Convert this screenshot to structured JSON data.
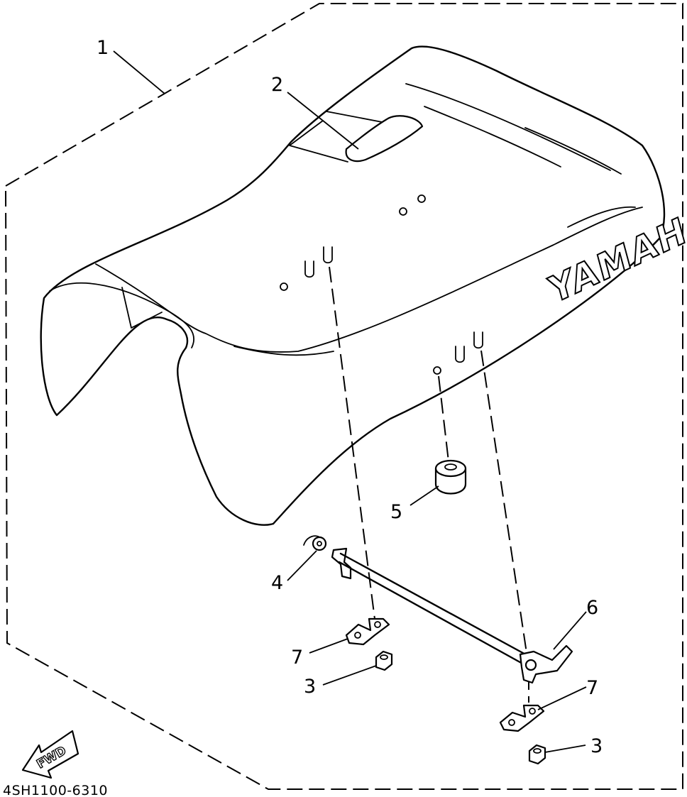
{
  "diagram": {
    "brand_text": "YAMAHA",
    "direction_label": "FWD",
    "part_code": "4SH1100-6310",
    "callouts": [
      {
        "id": "1",
        "label": "1"
      },
      {
        "id": "2",
        "label": "2"
      },
      {
        "id": "3a",
        "label": "3"
      },
      {
        "id": "3b",
        "label": "3"
      },
      {
        "id": "4",
        "label": "4"
      },
      {
        "id": "5",
        "label": "5"
      },
      {
        "id": "6",
        "label": "6"
      },
      {
        "id": "7a",
        "label": "7"
      },
      {
        "id": "7b",
        "label": "7"
      }
    ]
  }
}
